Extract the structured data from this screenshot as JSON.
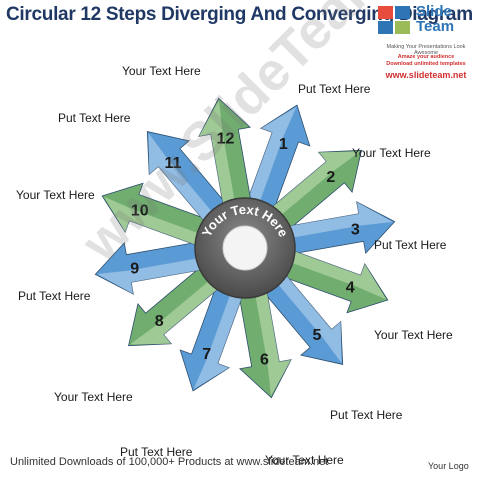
{
  "header": {
    "title": "Circular 12 Steps Diverging And Converging Diagram"
  },
  "brand": {
    "logo_word": "Slide\nTeam",
    "tagline": "Making Your Presentations Look Awesome",
    "sub_line1": "Amaze your audience",
    "sub_line2": "Download unlimited templates",
    "url": "www.slideteam.net"
  },
  "diagram": {
    "center_text": "Your Text Here",
    "colors": {
      "blue": "#5b9bd5",
      "blue_light": "#bdd7ee",
      "green": "#70ad6f",
      "green_light": "#c6e0b4",
      "hub": "#606060"
    },
    "steps": [
      {
        "number": "1",
        "color": "blue",
        "label": "Put Text Here"
      },
      {
        "number": "2",
        "color": "green",
        "label": "Your Text Here"
      },
      {
        "number": "3",
        "color": "blue",
        "label": "Put Text Here"
      },
      {
        "number": "4",
        "color": "green",
        "label": "Your Text Here"
      },
      {
        "number": "5",
        "color": "blue",
        "label": "Put Text Here"
      },
      {
        "number": "6",
        "color": "green",
        "label": "Your Text Here"
      },
      {
        "number": "7",
        "color": "blue",
        "label": "Put Text Here"
      },
      {
        "number": "8",
        "color": "green",
        "label": "Your Text Here"
      },
      {
        "number": "9",
        "color": "blue",
        "label": "Put Text Here"
      },
      {
        "number": "10",
        "color": "green",
        "label": "Your Text Here"
      },
      {
        "number": "11",
        "color": "blue",
        "label": "Put Text Here"
      },
      {
        "number": "12",
        "color": "green",
        "label": "Your Text Here"
      }
    ]
  },
  "watermark": "www.SlideTeam.net",
  "footer": {
    "text": "Unlimited Downloads of 100,000+ Products at www.slideteam.net",
    "logo_text": "Your Logo"
  }
}
